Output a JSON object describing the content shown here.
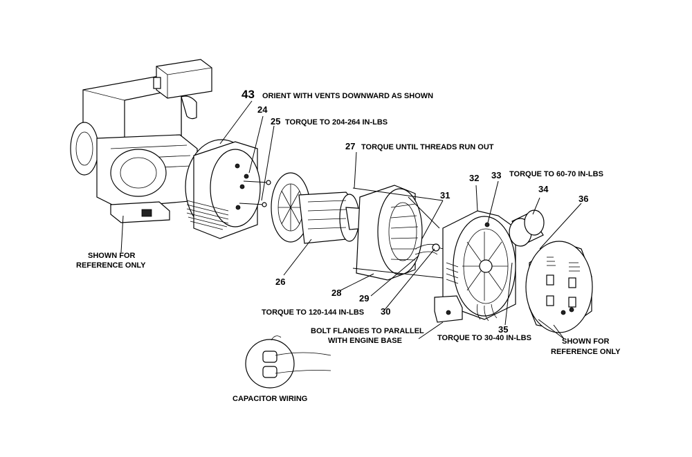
{
  "callouts": {
    "c43": "43",
    "c24": "24",
    "c25": "25",
    "c27": "27",
    "c31": "31",
    "c32": "32",
    "c33": "33",
    "c34": "34",
    "c36": "36",
    "c26": "26",
    "c28": "28",
    "c29": "29",
    "c30": "30",
    "c35": "35"
  },
  "notes": {
    "orient": "ORIENT WITH VENTS DOWNWARD AS SHOWN",
    "torque_204": "TORQUE TO 204-264 IN-LBS",
    "torque_threads": "TORQUE UNTIL THREADS RUN OUT",
    "torque_60": "TORQUE TO 60-70 IN-LBS",
    "shown_ref_left_1": "SHOWN FOR",
    "shown_ref_left_2": "REFERENCE ONLY",
    "torque_120": "TORQUE TO 120-144 IN-LBS",
    "bolt_flanges_1": "BOLT FLANGES TO PARALLEL",
    "bolt_flanges_2": "WITH ENGINE BASE",
    "torque_30": "TORQUE TO 30-40 IN-LBS",
    "shown_ref_right_1": "SHOWN FOR",
    "shown_ref_right_2": "REFERENCE ONLY",
    "capacitor": "CAPACITOR WIRING"
  }
}
